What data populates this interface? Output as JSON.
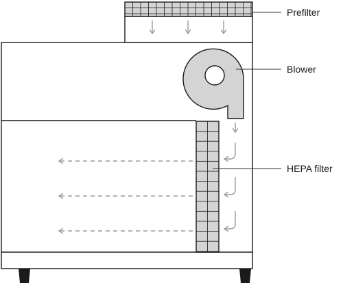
{
  "labels": {
    "prefilter": "Prefilter",
    "blower": "Blower",
    "hepa": "HEPA filter"
  },
  "colors": {
    "outline": "#1a1a1a",
    "filter_fill": "#d4d4d4",
    "arrow": "#9a9a9a",
    "leader": "#333333",
    "background": "#ffffff"
  }
}
